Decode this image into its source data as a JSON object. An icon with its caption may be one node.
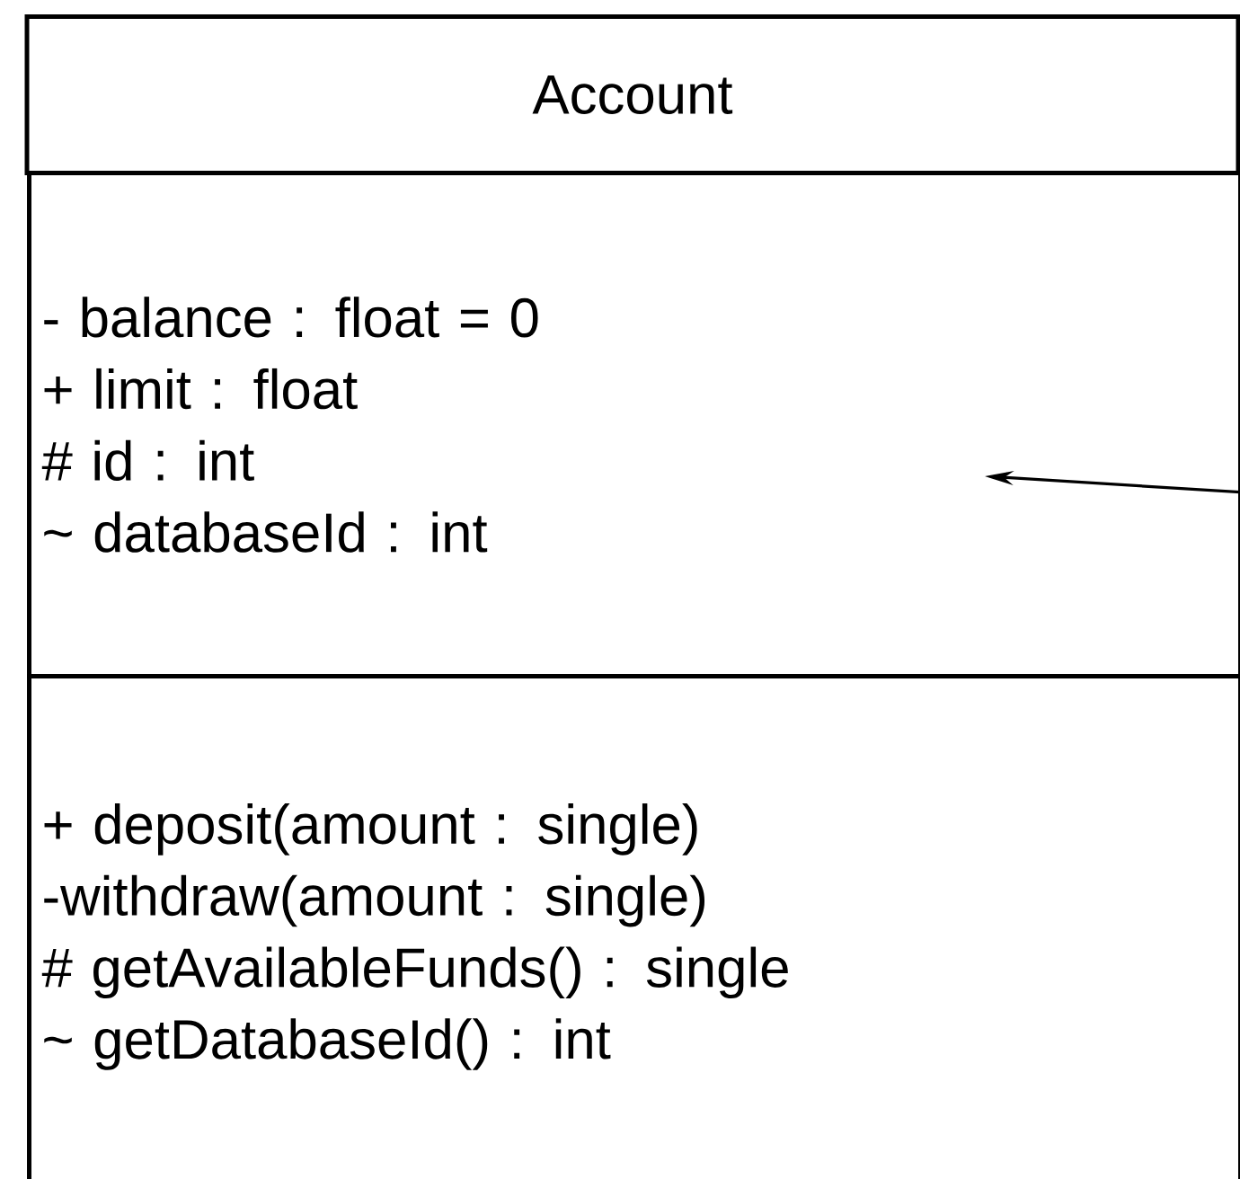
{
  "diagram": {
    "nodes": [
      {
        "text": [
          "Account"
        ]
      },
      {
        "text": [
          "- balance : float = 0",
          "+ limit : float",
          "# id : int",
          "~ databaseId : int"
        ]
      },
      {
        "text": [
          "+ deposit(amount : single)",
          "-withdraw(amount : single)",
          "# getAvailableFunds() : single",
          "~ getDatabaseId() : int"
        ]
      }
    ],
    "edges": [
      {
        "from": null,
        "to": 1,
        "arrow": "to"
      }
    ]
  }
}
